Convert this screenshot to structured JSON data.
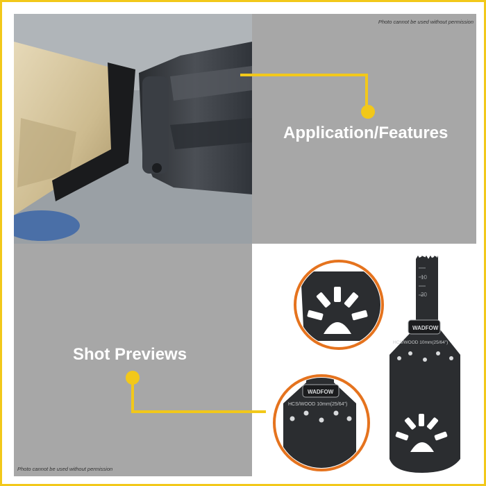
{
  "colors": {
    "accent": "#F2C81A",
    "panel_gray": "#A7A7A7",
    "label_text": "#FFFFFF",
    "callout_ring": "#E5731E"
  },
  "notices": {
    "top": "Photo cannot be used without permission",
    "bottom": "Photo cannot be used without permission"
  },
  "features": {
    "label": "Application/Features"
  },
  "previews": {
    "label": "Shot Previews"
  },
  "product": {
    "brand": "WADFOW",
    "marking": "HCS/WOOD 10mm(25/64\")",
    "scale_marks": [
      "10",
      "20"
    ]
  }
}
